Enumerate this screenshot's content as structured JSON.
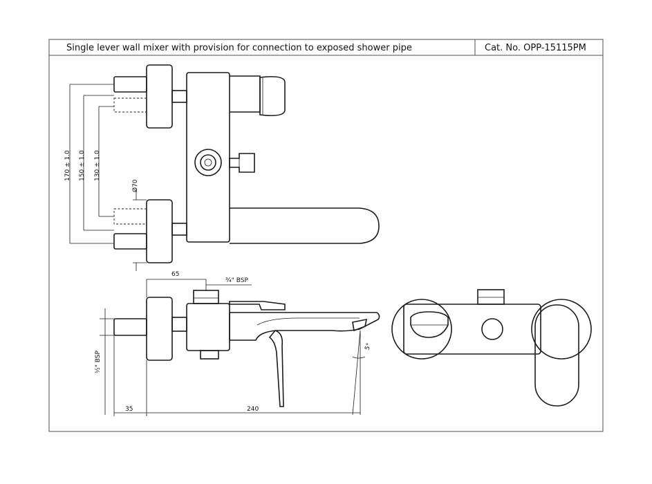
{
  "title_block": {
    "description": "Single lever wall mixer with provision for connection to exposed shower pipe",
    "catalog_number": "Cat. No. OPP-15115PM"
  },
  "dimensions": {
    "centers_170": "170 ± 1.0",
    "centers_150": "150 ± 1.0",
    "centers_130": "130 ± 1.0",
    "diameter_70": "Ø70",
    "offset_65": "65",
    "thread_outlet": "¾\" BSP",
    "thread_inlet": "½\" BSP",
    "offset_35": "35",
    "length_240": "240",
    "angle_5": "5°"
  }
}
